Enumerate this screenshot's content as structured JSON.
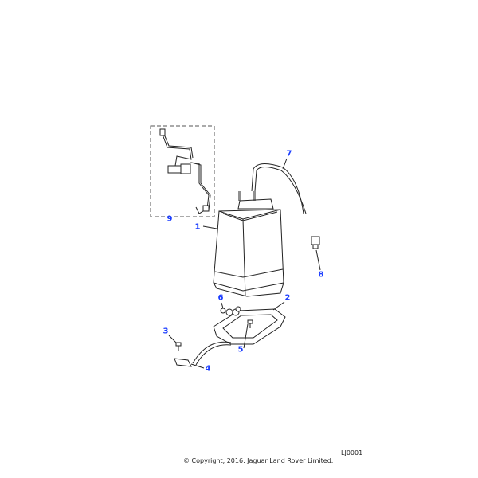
{
  "diagram": {
    "callouts": [
      "1",
      "2",
      "3",
      "4",
      "5",
      "6",
      "7",
      "8",
      "9"
    ],
    "callout_color": "#1a3cff",
    "reference_code": "LJ0001",
    "copyright": "© Copyright, 2016. Jaguar Land Rover Limited."
  }
}
